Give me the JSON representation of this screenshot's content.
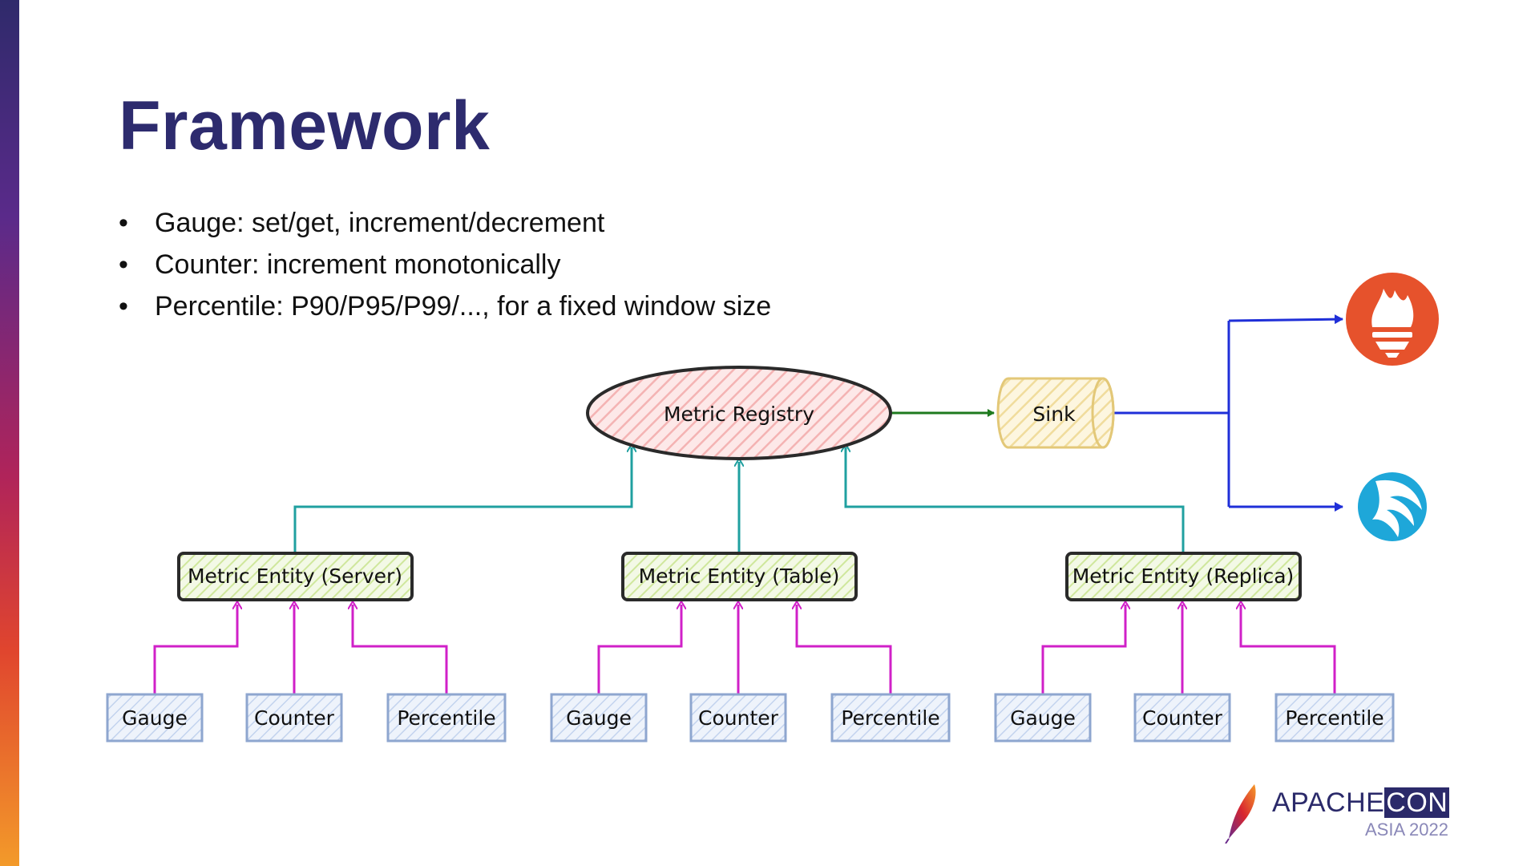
{
  "slide": {
    "title": "Framework",
    "bullets": [
      "Gauge: set/get, increment/decrement",
      "Counter: increment monotonically",
      "Percentile: P90/P95/P99/..., for a fixed window size"
    ]
  },
  "diagram": {
    "registry": "Metric Registry",
    "sink": "Sink",
    "entities": [
      "Metric Entity (Server)",
      "Metric Entity (Table)",
      "Metric Entity (Replica)"
    ],
    "metrics": [
      "Gauge",
      "Counter",
      "Percentile"
    ],
    "outputs": [
      "prometheus-icon",
      "falcon-icon"
    ],
    "colors": {
      "registry_fill": "#f7c6c6",
      "sink_fill": "#f6e7b5",
      "entity_fill": "#d9efb2",
      "metric_fill": "#d6e2f3",
      "registry_to_sink": "#1e7a1e",
      "sink_to_outputs": "#1f2fd8",
      "entity_to_registry": "#20a0a0",
      "metric_to_entity": "#d020c8",
      "prometheus": "#e6522c",
      "falcon": "#1ea7d9"
    }
  },
  "logo": {
    "name_prefix": "APACHE",
    "name_boxed": "CON",
    "sub": "ASIA 2022"
  }
}
